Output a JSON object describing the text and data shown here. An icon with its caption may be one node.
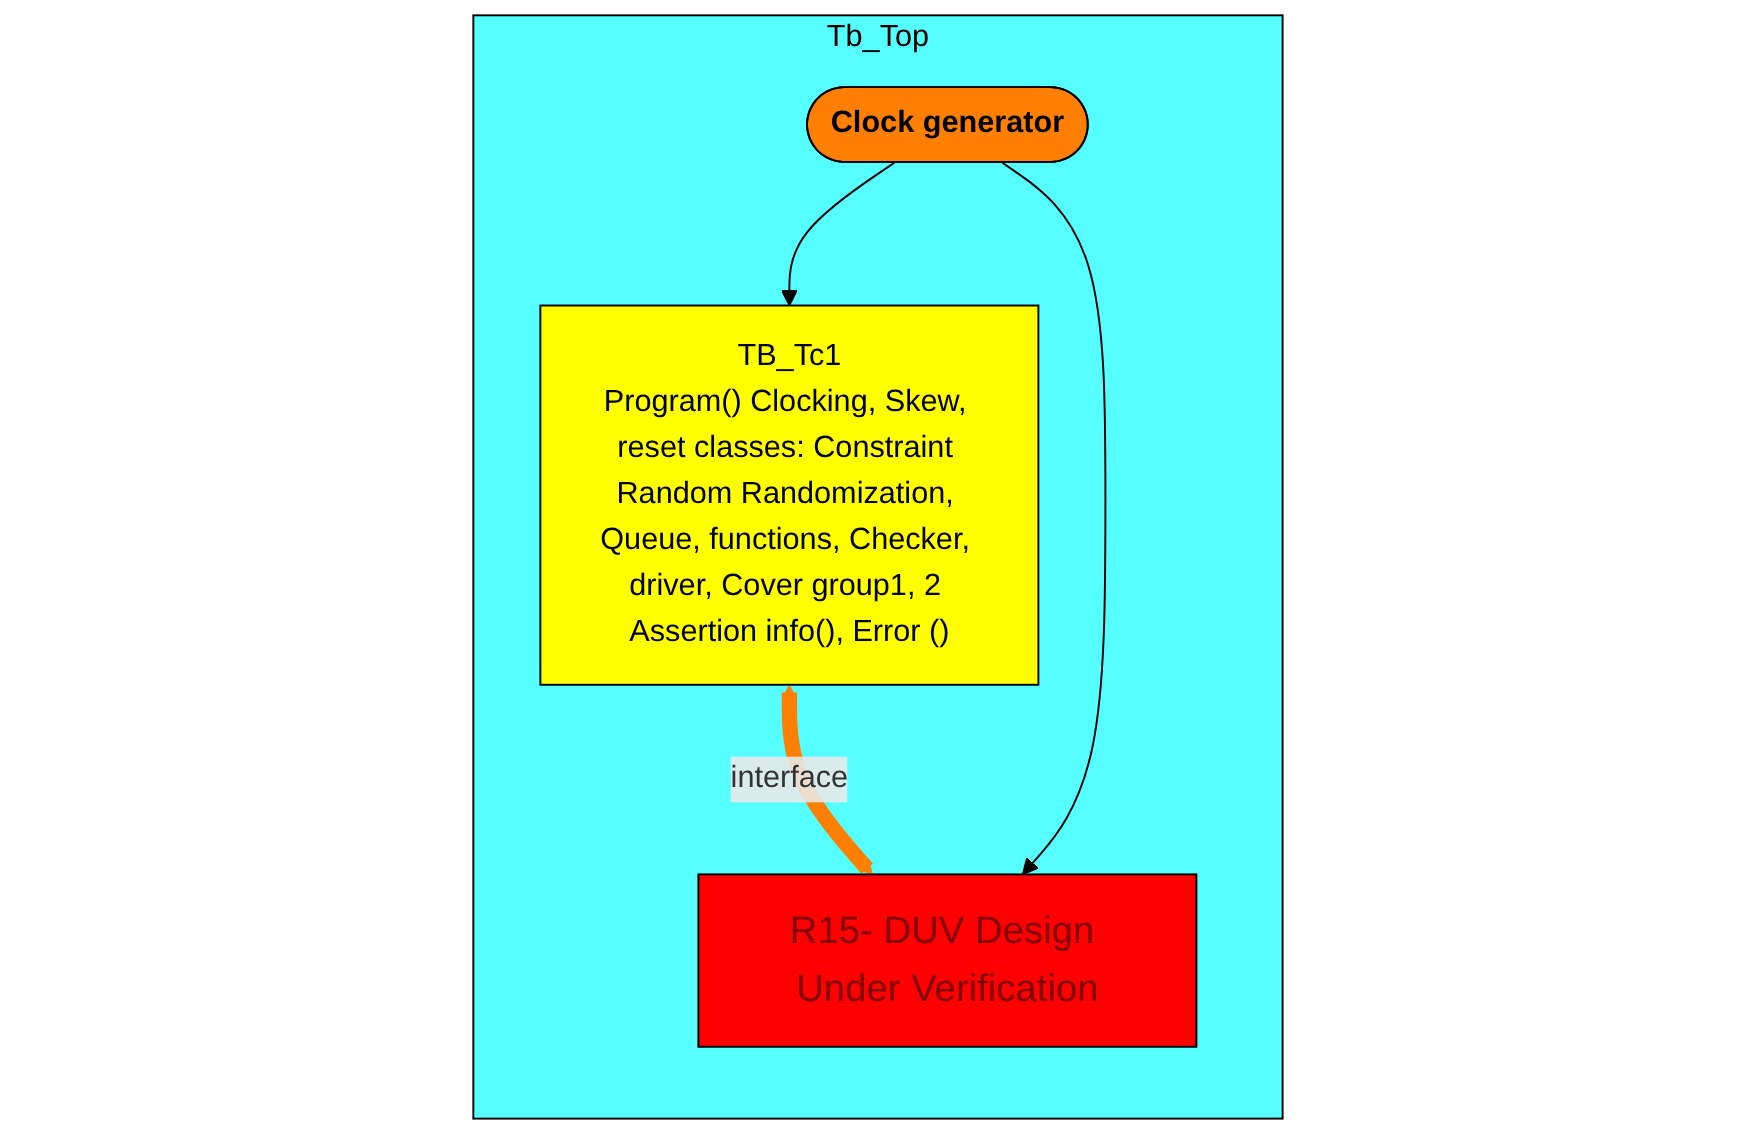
{
  "diagram": {
    "nodes": [
      {
        "text": [
          "Tb_Top"
        ]
      },
      {
        "text": [
          "TB_Tc1",
          "Program() Clocking, Skew, reset classes: Constraint Random Randomization, Queue, functions, Checker, driver, Cover group1, 2 Assertion info(), Error ()"
        ],
        "in": 0
      },
      {
        "text": [
          "R15- DUV Design Under Verification"
        ],
        "in": 0
      },
      {
        "text": [
          "Clock generator"
        ],
        "in": 0
      }
    ],
    "edges": [
      {
        "from": 1,
        "to": 2,
        "arrow": "both",
        "label": "interface",
        "style": "thick",
        "color": "#ff8000"
      },
      {
        "from": 3,
        "to": 1,
        "arrow": "to"
      },
      {
        "from": 3,
        "to": 2,
        "arrow": "to"
      }
    ]
  }
}
